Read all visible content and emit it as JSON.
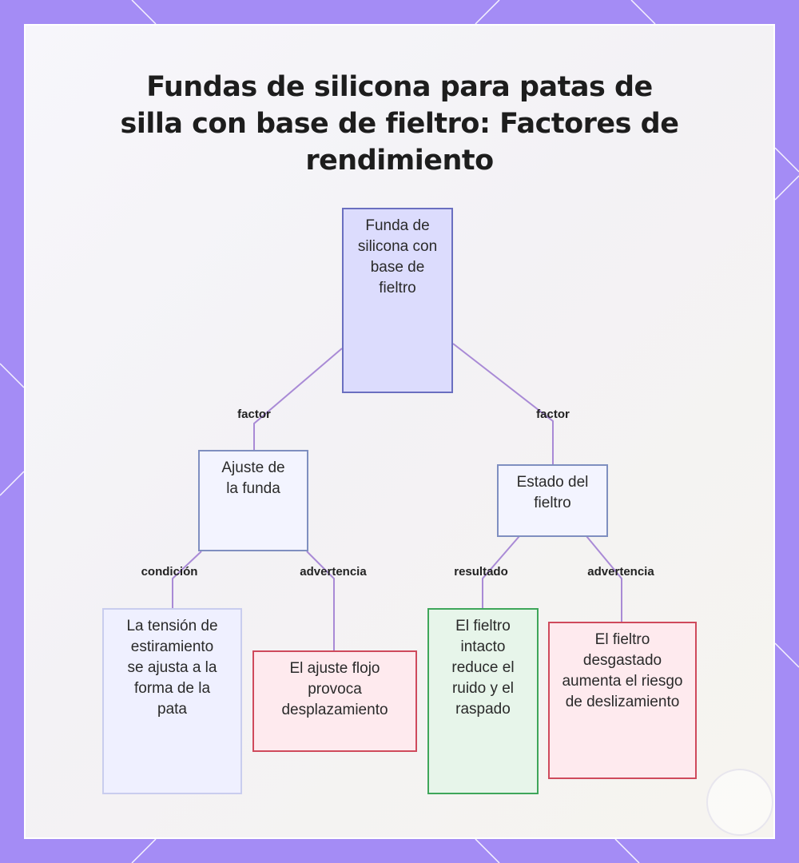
{
  "title": "Fundas de silicona para patas de silla con base de fieltro: Factores de rendimiento",
  "nodes": {
    "root": "Funda de silicona con base de fieltro",
    "fit": "Ajuste de la funda",
    "felt": "Estado del fieltro",
    "tension": "La tensión de estiramiento se ajusta a la forma de la pata",
    "loose": "El ajuste flojo provoca desplazamiento",
    "intact": "El fieltro intacto reduce el ruido y el raspado",
    "worn": "El fieltro desgastado aumenta el riesgo de deslizamiento"
  },
  "edges": {
    "factor_left": "factor",
    "factor_right": "factor",
    "condition": "condición",
    "warning_left": "advertencia",
    "result": "resultado",
    "warning_right": "advertencia"
  },
  "colors": {
    "frame": "#a48cf5",
    "connector": "#a98ad6",
    "root_fill": "#dcdcfd",
    "warning_border": "#cf4a5c",
    "result_border": "#3fa65a"
  }
}
